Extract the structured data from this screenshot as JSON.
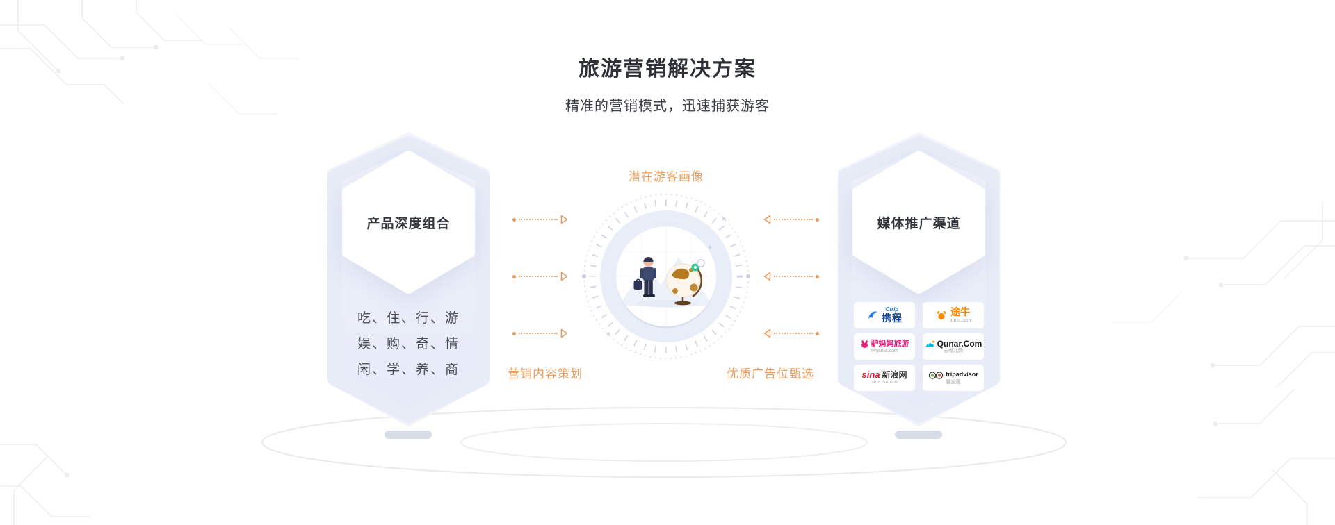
{
  "header": {
    "title": "旅游营销解决方案",
    "subtitle": "精准的营销模式，迅速捕获游客"
  },
  "left_card": {
    "title": "产品深度组合",
    "lines": [
      "吃、住、行、游",
      "娱、购、奇、情",
      "闲、学、养、商"
    ]
  },
  "center": {
    "top_label": "潜在游客画像",
    "bottom_left_label": "营销内容策划",
    "bottom_right_label": "优质广告位甄选"
  },
  "right_card": {
    "title": "媒体推广渠道",
    "logos": [
      {
        "id": "ctrip",
        "en": "Ctrip",
        "cn": "携程"
      },
      {
        "id": "tuniu",
        "cn": "途牛",
        "sub": "tuniu.com"
      },
      {
        "id": "lvmama",
        "cn": "驴妈妈旅游",
        "sub": "lvmama.com"
      },
      {
        "id": "qunar",
        "en": "Qunar.Com",
        "sub": "去哪儿网"
      },
      {
        "id": "sina",
        "en": "sina",
        "cn": "新浪网",
        "sub": "sina.com.cn"
      },
      {
        "id": "tripadvisor",
        "en": "tripadvisor",
        "sub": "猫途鹰"
      }
    ]
  },
  "colors": {
    "accent_orange": "#EC9D5C",
    "card_lavender": "#E9EDF8",
    "title_dark": "#2E3138"
  }
}
